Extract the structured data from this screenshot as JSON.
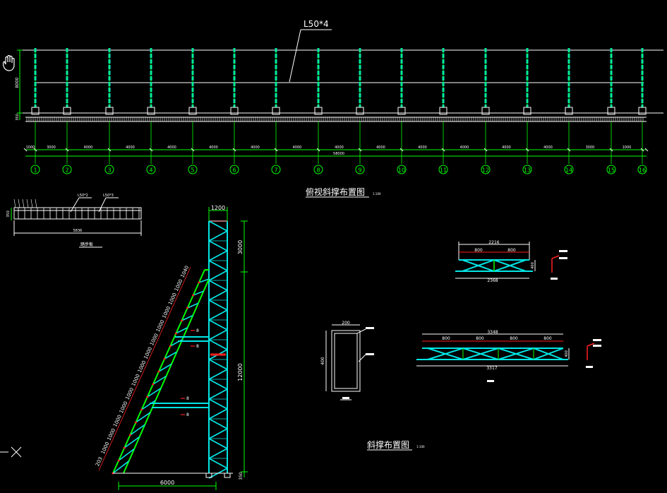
{
  "colors": {
    "bg": "#000000",
    "cyan": "#00e5e5",
    "green": "#00ff00",
    "white": "#ffffff",
    "red": "#ff2020",
    "yellow": "#ffff00"
  },
  "icons": {
    "pan": "hand-pan-icon",
    "ucs": "ucs-cross-icon"
  },
  "top_view": {
    "member_label": "L50*4",
    "height_dim": "8000",
    "base_dim": "350",
    "spans": [
      "1000",
      "3000",
      "4000",
      "4000",
      "4000",
      "4000",
      "4000",
      "4000",
      "4000",
      "4000",
      "4000",
      "4000",
      "4000",
      "4000",
      "3000",
      "1000"
    ],
    "total_dim": "58000",
    "axes": [
      "1",
      "2",
      "3",
      "4",
      "5",
      "6",
      "7",
      "8",
      "9",
      "10",
      "11",
      "12",
      "13",
      "14",
      "15",
      "16"
    ],
    "title": "俯视斜撑布置图",
    "scale": "1:100"
  },
  "small_view": {
    "label_left": "L50*2",
    "label_right": "L50*3",
    "height_dim": "350",
    "length_dim": "5836",
    "caption": "踏步板"
  },
  "side_view": {
    "top_width": "1200",
    "top_height": "3000",
    "mid_height": "12000",
    "base_height": "350",
    "bottom_width": "6000",
    "diag_dims": [
      "1040",
      "1000",
      "1000",
      "1000",
      "1000",
      "1000",
      "1000",
      "1000",
      "1000",
      "1000",
      "1000",
      "1000",
      "1000",
      "1000",
      "203"
    ],
    "section_tags": [
      "8",
      "8",
      "8",
      "8"
    ],
    "title": "斜撑布置图",
    "scale": "1:100"
  },
  "detail_a": {
    "top_dim": "2216",
    "sub_dims": [
      "800",
      "800"
    ],
    "height_dim": "400",
    "bottom_dim": "2368"
  },
  "detail_b": {
    "top_dim": "3348",
    "sub_dims": [
      "800",
      "800",
      "800",
      "800"
    ],
    "height_dim": "400",
    "bottom_dim": "3317"
  },
  "section_box": {
    "width_dim": "200",
    "height_dim": "400"
  }
}
